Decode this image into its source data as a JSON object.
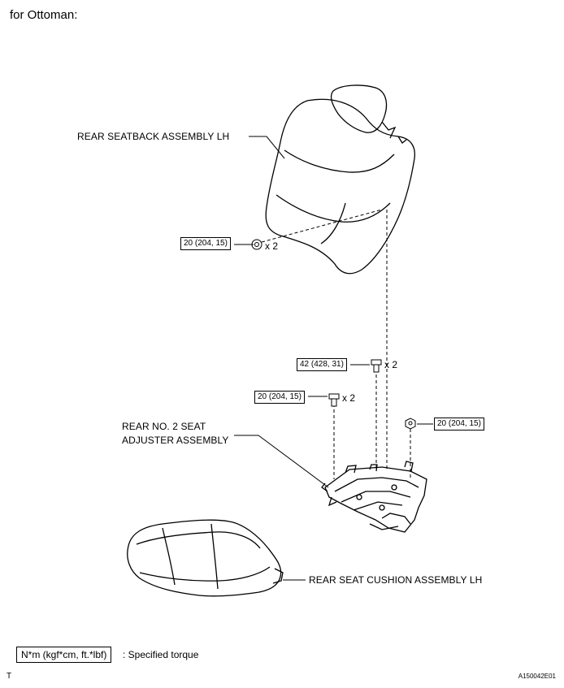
{
  "heading": "for Ottoman:",
  "labels": {
    "seatback": "REAR SEATBACK ASSEMBLY LH",
    "adjuster_line1": "REAR NO. 2 SEAT",
    "adjuster_line2": "ADJUSTER ASSEMBLY",
    "cushion": "REAR SEAT CUSHION ASSEMBLY LH"
  },
  "torques": {
    "seatback_nut": "20 (204, 15)",
    "upper_bolt": "42 (428, 31)",
    "lower_bolt": "20 (204, 15)",
    "right_nut": "20 (204, 15)"
  },
  "quantities": {
    "seatback_nut": "x 2",
    "upper_bolt": "x 2",
    "lower_bolt": "x 2"
  },
  "legend": {
    "unit_box": "N*m (kgf*cm, ft.*lbf)",
    "description": ": Specified torque"
  },
  "footer": {
    "corner_mark": "T",
    "figure_code": "A150042E01"
  }
}
